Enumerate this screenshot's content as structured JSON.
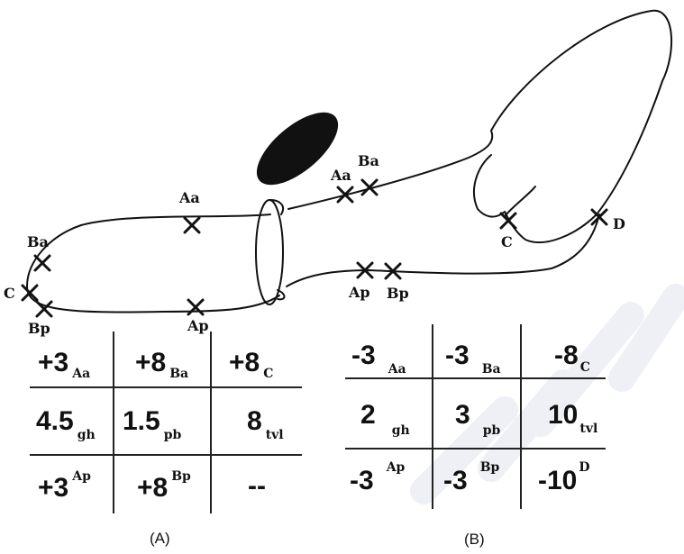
{
  "diagram": {
    "labels": {
      "aa_left": "Aa",
      "ba_left": "Ba",
      "c_left": "C",
      "bp_left": "Bp",
      "ap_left": "Ap",
      "aa_right": "Aa",
      "ba_right": "Ba",
      "c_right": "C",
      "d_right": "D",
      "ap_right": "Ap",
      "bp_right": "Bp"
    }
  },
  "table_a": {
    "caption": "(A)",
    "rows": [
      [
        {
          "value": "+3",
          "sub": "Aa"
        },
        {
          "value": "+8",
          "sub": "Ba"
        },
        {
          "value": "+8",
          "sub": "C"
        }
      ],
      [
        {
          "value": "4.5",
          "sub": "gh"
        },
        {
          "value": "1.5",
          "sub": "pb"
        },
        {
          "value": "8",
          "sub": "tvl"
        }
      ],
      [
        {
          "value": "+3",
          "sup": "Ap"
        },
        {
          "value": "+8",
          "sup": "Bp"
        },
        {
          "value": "--"
        }
      ]
    ]
  },
  "table_b": {
    "caption": "(B)",
    "rows": [
      [
        {
          "value": "-3",
          "sub": "Aa"
        },
        {
          "value": "-3",
          "sub": "Ba"
        },
        {
          "value": "-8",
          "sub": "C"
        }
      ],
      [
        {
          "value": "2",
          "sub": "gh"
        },
        {
          "value": "3",
          "sub": "pb"
        },
        {
          "value": "10",
          "sub": "tvl"
        }
      ],
      [
        {
          "value": "-3",
          "sup": "Ap"
        },
        {
          "value": "-3",
          "sup": "Bp"
        },
        {
          "value": "-10",
          "sup": "D"
        }
      ]
    ]
  }
}
